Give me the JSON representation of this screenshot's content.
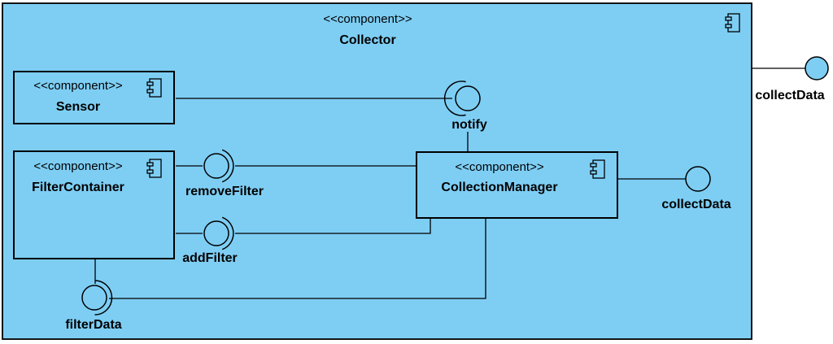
{
  "colors": {
    "fill": "#7ecef4",
    "stroke": "#000000"
  },
  "collector": {
    "stereotype": "<<component>>",
    "name": "Collector",
    "icon": "component-icon"
  },
  "components": {
    "sensor": {
      "stereotype": "<<component>>",
      "name": "Sensor",
      "icon": "component-icon"
    },
    "filter_container": {
      "stereotype": "<<component>>",
      "name": "FilterContainer",
      "icon": "component-icon"
    },
    "collection_manager": {
      "stereotype": "<<component>>",
      "name": "CollectionManager",
      "icon": "component-icon"
    }
  },
  "interfaces": {
    "notify": "notify",
    "remove_filter": "removeFilter",
    "add_filter": "addFilter",
    "filter_data": "filterData",
    "collect_data_inner": "collectData",
    "collect_data_outer": "collectData"
  }
}
